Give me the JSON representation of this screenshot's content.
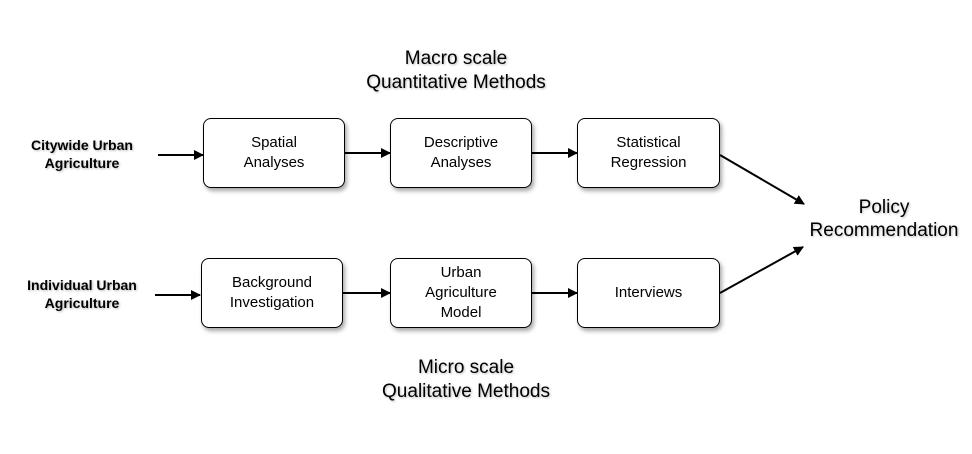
{
  "diagram": {
    "macro_heading": {
      "line1": "Macro scale",
      "line2": "Quantitative Methods"
    },
    "micro_heading": {
      "line1": "Micro scale",
      "line2": "Qualitative Methods"
    },
    "citywide_label": {
      "line1": "Citywide Urban",
      "line2": "Agriculture"
    },
    "individual_label": {
      "line1": "Individual Urban",
      "line2": "Agriculture"
    },
    "boxes": {
      "spatial_analyses": [
        "Spatial",
        "Analyses"
      ],
      "descriptive_analyses": [
        "Descriptive",
        "Analyses"
      ],
      "statistical_regression": [
        "Statistical",
        "Regression"
      ],
      "background_investigation": [
        "Background",
        "Investigation"
      ],
      "urban_agriculture_model": [
        "Urban",
        "Agriculture",
        "Model"
      ],
      "interviews": [
        "Interviews"
      ]
    },
    "policy": {
      "line1": "Policy",
      "line2": "Recommendation"
    }
  }
}
